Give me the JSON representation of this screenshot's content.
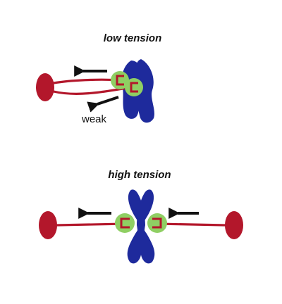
{
  "diagram": {
    "panels": [
      {
        "title": "low tension",
        "annotation": "weak"
      },
      {
        "title": "high tension"
      }
    ],
    "colors": {
      "chromosome": "#1e2a9c",
      "kinetochore": "#8fcf63",
      "kinetochore_mark": "#b3172b",
      "microtubule": "#b3172b",
      "spindle_pole": "#b3172b",
      "arrow": "#111111",
      "text": "#111111",
      "background": "#ffffff"
    }
  }
}
